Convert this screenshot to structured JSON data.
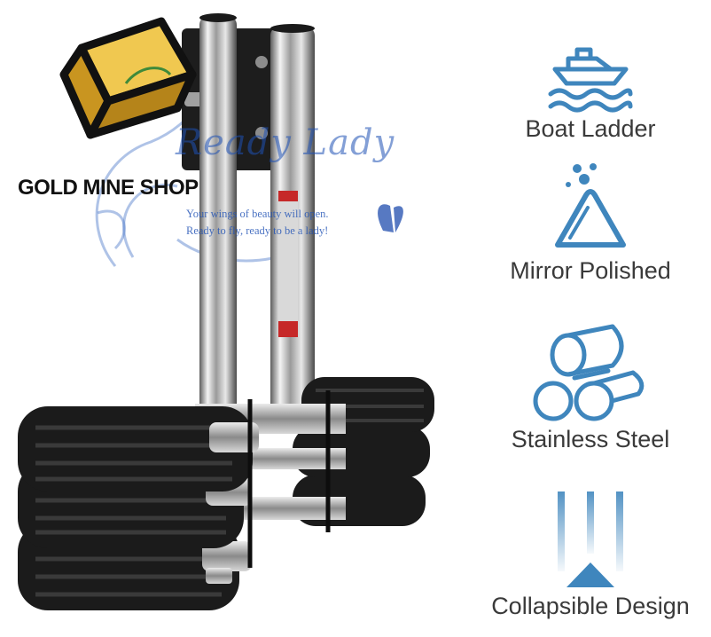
{
  "watermark": {
    "shop_name": "GOLD MINE SHOP",
    "script_text": "Ready Lady",
    "tagline_1": "Your wings of beauty will open.",
    "tagline_2": "Ready to fly, ready to be a lady!"
  },
  "features": [
    {
      "label": "Boat Ladder",
      "icon": "boat-icon"
    },
    {
      "label": "Mirror Polished",
      "icon": "polish-icon"
    },
    {
      "label": "Stainless Steel",
      "icon": "steel-tubes-icon"
    },
    {
      "label": "Collapsible Design",
      "icon": "collapse-icon"
    }
  ],
  "colors": {
    "icon_blue": "#3f86bd",
    "pad_black": "#1b1b1b",
    "logo_gold": "#e0b240",
    "watermark_blue": "#2f5fb8"
  }
}
